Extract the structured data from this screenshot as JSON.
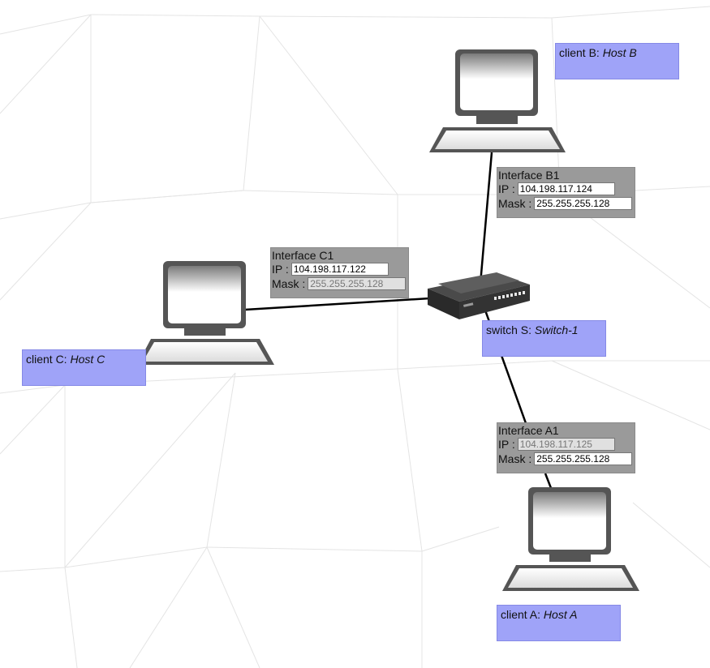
{
  "clients": {
    "a": {
      "type_label": "client A:",
      "name": "Host A"
    },
    "b": {
      "type_label": "client B:",
      "name": "Host B"
    },
    "c": {
      "type_label": "client C:",
      "name": "Host C"
    }
  },
  "switch": {
    "type_label": "switch S:",
    "name": "Switch-1"
  },
  "interfaces": {
    "a1": {
      "title": "Interface A1",
      "ip_label": "IP :",
      "ip": "104.198.117.125",
      "mask_label": "Mask :",
      "mask": "255.255.255.128"
    },
    "b1": {
      "title": "Interface B1",
      "ip_label": "IP :",
      "ip": "104.198.117.124",
      "mask_label": "Mask :",
      "mask": "255.255.255.128"
    },
    "c1": {
      "title": "Interface C1",
      "ip_label": "IP :",
      "ip": "104.198.117.122",
      "mask_label": "Mask :",
      "mask": "255.255.255.128"
    }
  },
  "colors": {
    "label_bg": "#9fa3f8",
    "interface_bg": "#9a9a9a",
    "link": "#000000"
  }
}
